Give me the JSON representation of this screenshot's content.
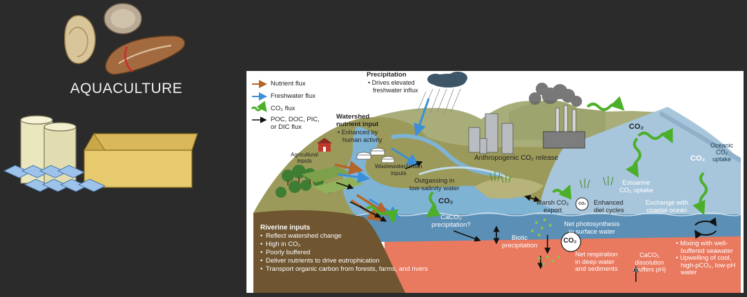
{
  "slide": {
    "title": "AQUACULTURE"
  },
  "legend": {
    "nutrient": "Nutrient flux",
    "freshwater": "Freshwater flux",
    "co2": "CO₂ flux",
    "carbon_line1": "POC, DOC, PIC,",
    "carbon_line2": "or DIC flux"
  },
  "colors": {
    "nutrient": "#b5652a",
    "freshwater": "#3a8fd6",
    "co2": "#4caf2a",
    "carbon": "#111111",
    "water": "#5c8fb5",
    "deep_water": "#e9795f",
    "soil": "#6f5530"
  },
  "labels": {
    "precipitation_title": "Precipitation",
    "precipitation_note_1": "Drives elevated",
    "precipitation_note_2": "freshwater influx",
    "watershed_title_1": "Watershed",
    "watershed_title_2": "nutrient input",
    "watershed_note_1": "Enhanced by",
    "watershed_note_2": "human activity",
    "agricultural_1": "Agricultural",
    "agricultural_2": "inputs",
    "wastewater_1": "Wastewater/urban",
    "wastewater_2": "inputs",
    "anthropogenic": "Anthropogenic CO₂ release",
    "co2_atm": "CO₂",
    "co2_bay": "CO₂",
    "co2_ocean": "CO₂",
    "co2_water": "CO₂",
    "co2_small": "CO₂",
    "oceanic_1": "Oceanic",
    "oceanic_2": "CO₂",
    "oceanic_3": "uptake",
    "outgassing_1": "Outgassing in",
    "outgassing_2": "low-salinity water",
    "estuarine_1": "Estuarine",
    "estuarine_2": "CO₂ uptake",
    "marsh_1": "Marsh CO₂",
    "marsh_2": "export",
    "enhanced_1": "Enhanced",
    "enhanced_2": "diel cycles",
    "exchange_1": "Exchange with",
    "exchange_2": "coastal ocean",
    "caco3_precip_1": "CaCO₃",
    "caco3_precip_2": "precipitation?",
    "biotic_1": "Biotic",
    "biotic_2": "precipitation",
    "net_photo_1": "Net photosynthesis",
    "net_photo_2": "in surface water",
    "net_resp_1": "Net respiration",
    "net_resp_2": "in deep water",
    "net_resp_3": "and sediments",
    "caco3_diss_1": "CaCO₃",
    "caco3_diss_2": "dissolution",
    "caco3_diss_3": "(buffers pH)",
    "mixing_1": "Mixing with well-",
    "mixing_2": "buffered seawater",
    "upwelling_1": "Upwelling of cool,",
    "upwelling_2": "high-pCO₂, low-pH",
    "upwelling_3": "water"
  },
  "riverine": {
    "title": "Riverine inputs",
    "items": [
      "Reflect watershed change",
      "High in CO₂",
      "Poorly buffered",
      "Deliver nutrients to drive eutrophication",
      "Transport organic carbon from forests, farms, and rivers"
    ]
  }
}
